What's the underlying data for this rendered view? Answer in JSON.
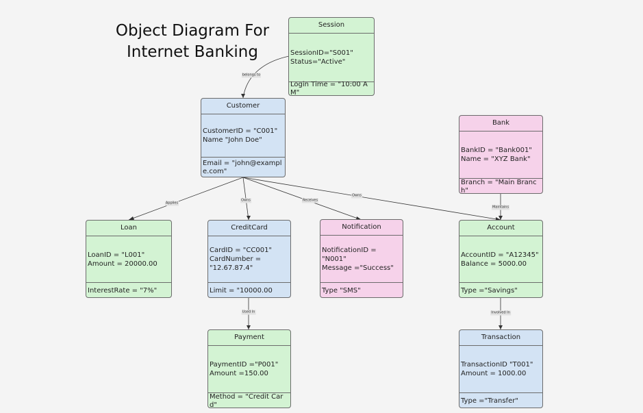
{
  "title": "Object Diagram For Internet Banking",
  "colors": {
    "green": "#d3f3d3",
    "blue": "#d3e3f4",
    "pink": "#f6d2ea",
    "border": "#6b6b6b",
    "line": "#333333"
  },
  "objects": {
    "session": {
      "name": "Session",
      "attrs": [
        "SessionID=\"S001\"",
        "Status=\"Active\""
      ],
      "foot": "Login Time = \"10:00 AM\""
    },
    "customer": {
      "name": "Customer",
      "attrs": [
        "CustomerID = \"C001\"",
        "Name \"John Doe\""
      ],
      "foot": "Email = \"john@example.com\""
    },
    "bank": {
      "name": "Bank",
      "attrs": [
        "BankID = \"Bank001\"",
        "Name = \"XYZ Bank\""
      ],
      "foot": "Branch = \"Main Branch\""
    },
    "loan": {
      "name": "Loan",
      "attrs": [
        "LoanID = \"L001\"",
        "Amount = 20000.00"
      ],
      "foot": "InterestRate = \"7%\""
    },
    "creditcard": {
      "name": "CreditCard",
      "attrs": [
        "CardID = \"CC001\"",
        "CardNumber = \"12.67.87.4\""
      ],
      "foot": "Limit = \"10000.00"
    },
    "notification": {
      "name": "Notification",
      "attrs": [
        "NotificationID = \"N001\"",
        "Message =\"Success\""
      ],
      "foot": "Type \"SMS\""
    },
    "account": {
      "name": "Account",
      "attrs": [
        "AccountID = \"A12345\"",
        "Balance = 5000.00"
      ],
      "foot": "Type =\"Savings\""
    },
    "payment": {
      "name": "Payment",
      "attrs": [
        "PaymentID =\"P001\"",
        "Amount =150.00"
      ],
      "foot": "Method = \"Credit Card\""
    },
    "transaction": {
      "name": "Transaction",
      "attrs": [
        "TransactionID \"T001\"",
        "Amount = 1000.00"
      ],
      "foot": "Type =\"Transfer\""
    }
  },
  "links": {
    "belongs_to": "belongs to",
    "applies": "Applies",
    "owns": "Owns",
    "receives": "Receives",
    "owns_account": "Owns",
    "maintains": "Maintains",
    "used_in": "Used In",
    "involved_in": "Involved In"
  }
}
